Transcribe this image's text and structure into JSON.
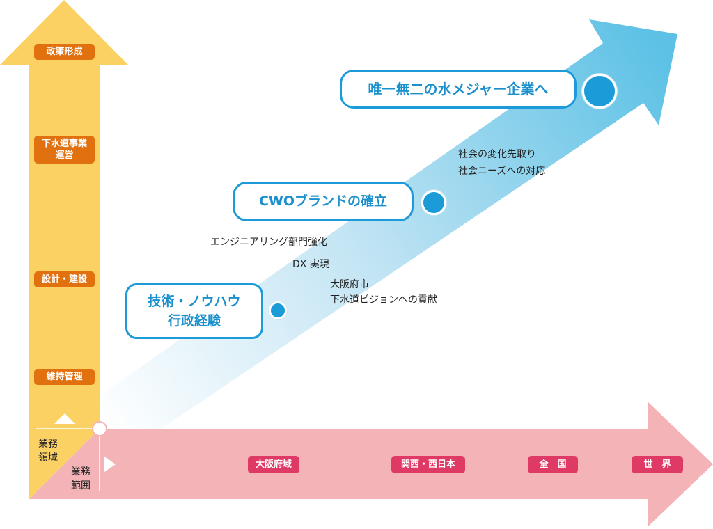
{
  "y_axis": {
    "label": "業務\n領域",
    "items": [
      "政策形成",
      "下水道事業\n運営",
      "設計・建設",
      "維持管理"
    ]
  },
  "x_axis": {
    "label": "業務\n範囲",
    "items": [
      "大阪府域",
      "関西・西日本",
      "全　国",
      "世　界"
    ]
  },
  "milestones": [
    {
      "text": "技術・ノウハウ\n行政経験"
    },
    {
      "text": "CWOブランドの確立"
    },
    {
      "text": "唯一無二の水メジャー企業へ"
    }
  ],
  "notes": {
    "engineering": "エンジニアリング部門強化",
    "dx": "DX 実現",
    "osaka_vision": "大阪府市\n下水道ビジョンへの貢献",
    "social": "社会の変化先取り\n社会ニーズへの対応"
  },
  "colors": {
    "y_arrow": "#fcd164",
    "y_label": "#e0710e",
    "x_arrow": "#f4b3b7",
    "x_label": "#df3a66",
    "growth_arrow": "#62c3e6",
    "milestone": "#1b9bd7"
  }
}
